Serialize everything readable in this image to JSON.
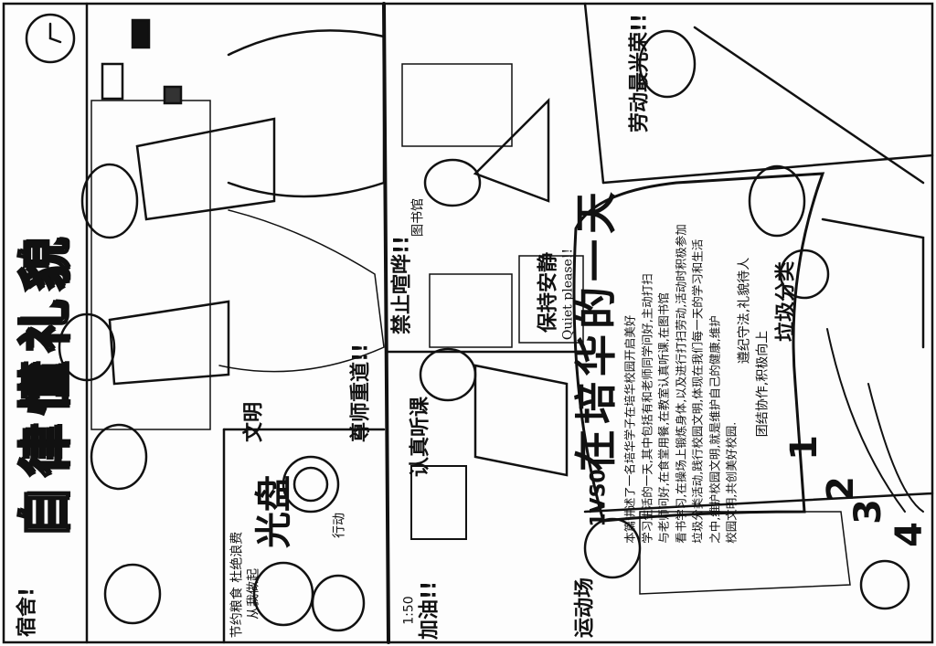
{
  "poster": {
    "title": "自律懂礼貌",
    "essay": {
      "heading": "在培华的一天",
      "lines": [
        "本篇讲述了一名培华学子在培华校园开启美好",
        "学习生活的一天,其中包括有和老师同学问好,主动打扫",
        "与老师问好,在食堂用餐,在教室认真听课,在图书馆",
        "看书学习,在操场上锻炼身体,以及进行打扫劳动,活动时积极参加",
        "垃圾分类活动,践行校园文明,体现在我们每一天的学习和生活",
        "之中,维护校园文明,就是维护自己的健康,维护",
        "校园文明,共创美好校园."
      ],
      "footer_lines": [
        "遵纪守法,礼貌待人",
        "团结协作,积极向上"
      ]
    },
    "panels": {
      "respect_teacher": "尊师重道!!",
      "civility": "文明",
      "clean_plate": "光盘",
      "plate_action": "行动",
      "canteen_note_1": "节约粮食 杜绝浪费",
      "canteen_note_2": "从我做起",
      "listen_carefully": "认真听课",
      "library_sign": "图书馆",
      "quiet_sign": "保持安静",
      "quiet_english": "Quiet please!!",
      "no_noise": "禁止喧哗!!",
      "scoreboard": "1VS0",
      "classroom_score": "1:50",
      "cheer": "加油!!",
      "sports_field": "运动场",
      "labor_glory": "劳动最光荣!!",
      "garbage_sorting": "垃圾分类",
      "dorm": "宿舍!",
      "track_numbers": [
        "1",
        "2",
        "3",
        "4"
      ]
    }
  }
}
